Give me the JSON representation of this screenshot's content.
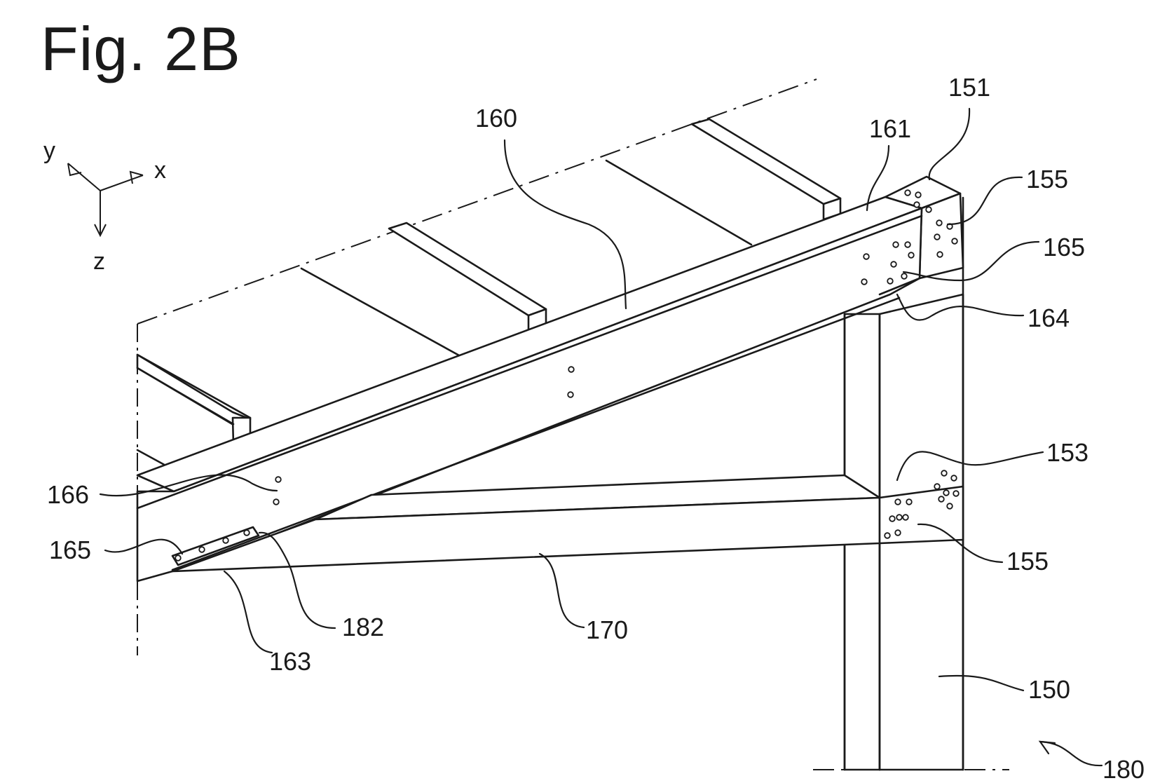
{
  "figure": {
    "title": "Fig. 2B"
  },
  "axes": {
    "x": "x",
    "y": "y",
    "z": "z"
  },
  "reference_labels": {
    "l151": "151",
    "l160": "160",
    "l161": "161",
    "l155_top": "155",
    "l165_right": "165",
    "l164": "164",
    "l153": "153",
    "l155_mid": "155",
    "l166": "166",
    "l165_left": "165",
    "l182": "182",
    "l163": "163",
    "l170": "170",
    "l150": "150",
    "l180": "180"
  }
}
